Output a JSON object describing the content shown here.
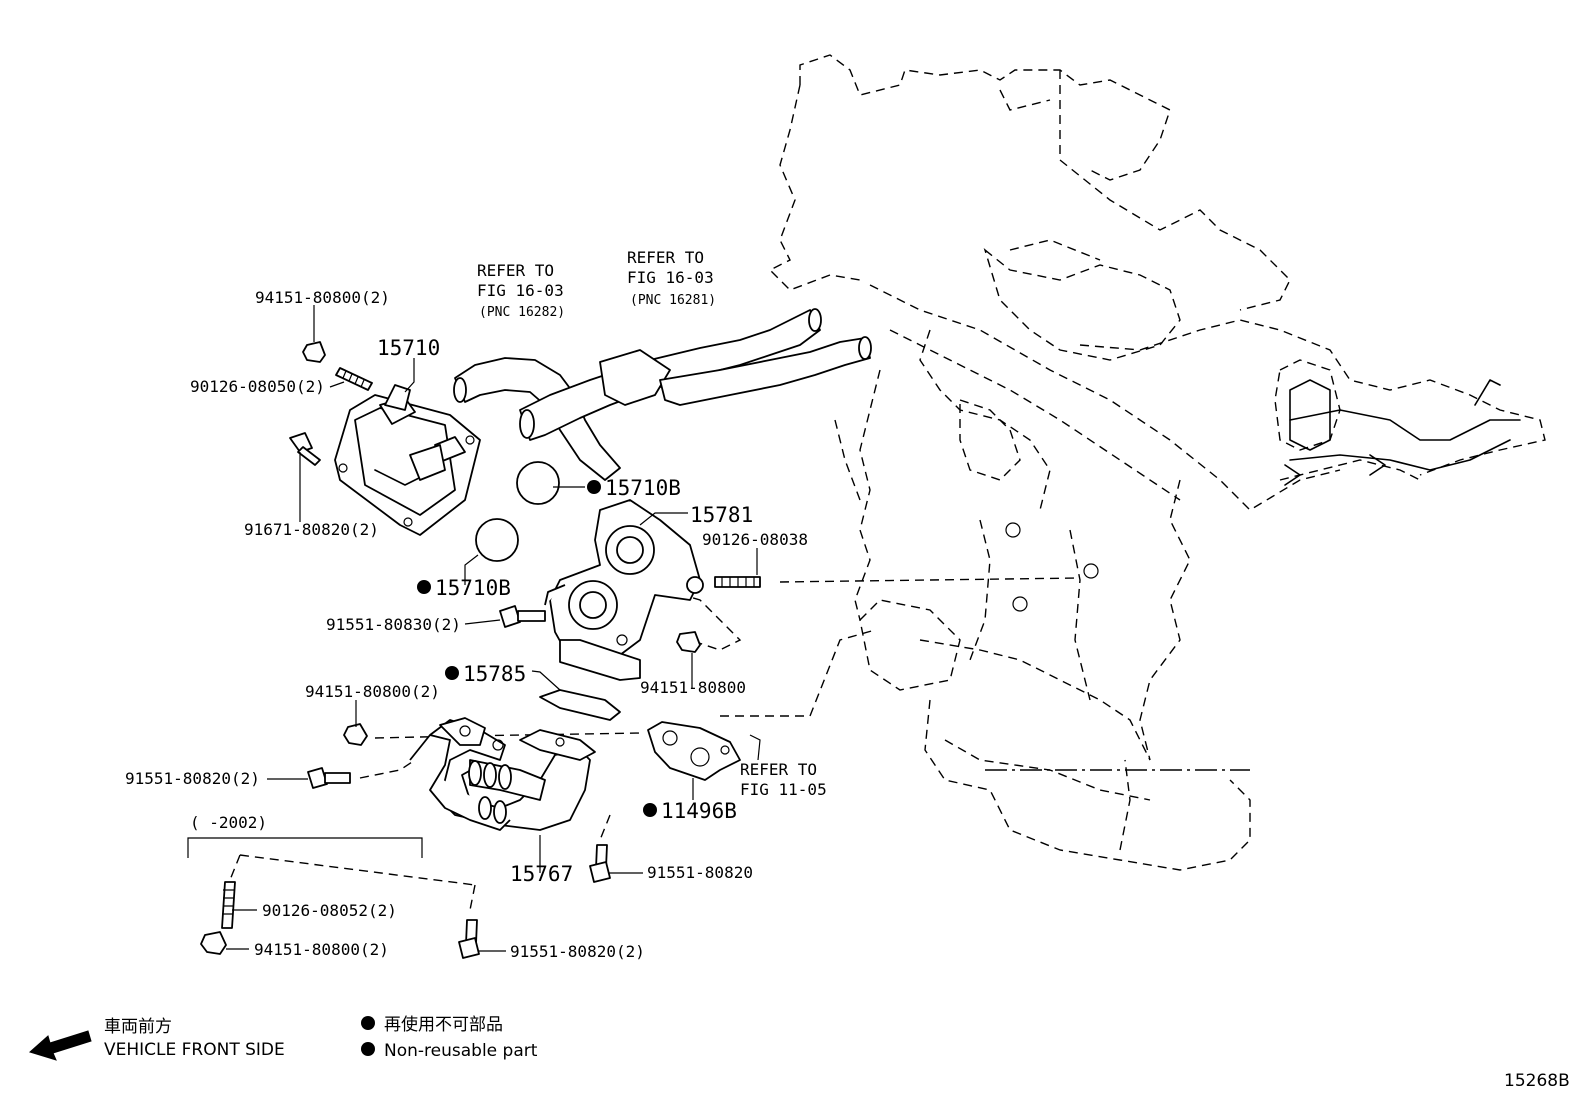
{
  "figure_number": "15268B",
  "refer_notes": [
    {
      "id": "ref-16282",
      "lines": [
        "REFER TO",
        "FIG 16-03",
        "(PNC 16282)"
      ]
    },
    {
      "id": "ref-16281",
      "lines": [
        "REFER TO",
        "FIG 16-03",
        "(PNC 16281)"
      ]
    },
    {
      "id": "ref-1105",
      "lines": [
        "REFER TO",
        "FIG 11-05"
      ]
    }
  ],
  "part_labels": {
    "p15710": "15710",
    "p94151_80800_2_top": "94151-80800(2)",
    "p90126_08050": "90126-08050(2)",
    "p91671_80820": "91671-80820(2)",
    "p15710b_a": "15710B",
    "p15710b_b": "15710B",
    "p15781": "15781",
    "p90126_08038": "90126-08038",
    "p91551_80830": "91551-80830(2)",
    "p94151_80800": "94151-80800",
    "p15785": "15785",
    "p94151_80800_2_mid": "94151-80800(2)",
    "p91551_80820_2_left": "91551-80820(2)",
    "p11496b": "11496B",
    "p15767": "15767",
    "p91551_80820": "91551-80820",
    "p90126_08052": "90126-08052(2)",
    "p94151_80800_2_bot": "94151-80800(2)",
    "p91551_80820_2_bot": "91551-80820(2)",
    "date_range": "(      -2002)"
  },
  "legend": {
    "direction_jp": "車両前方",
    "direction_en": "VEHICLE FRONT SIDE",
    "nonreuse_jp": "再使用不可部品",
    "nonreuse_en": "Non-reusable part"
  }
}
